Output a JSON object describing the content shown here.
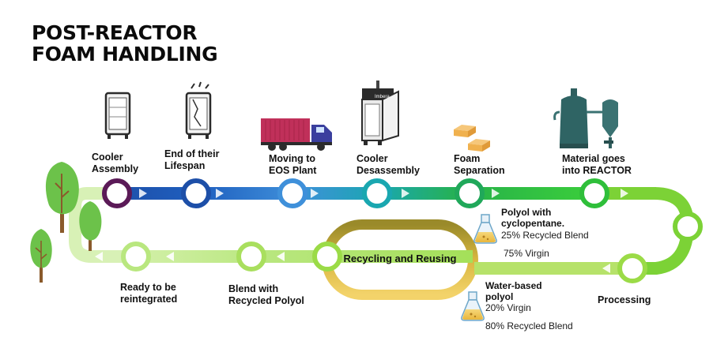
{
  "title": {
    "line1": "POST-REACTOR",
    "line2": "FOAM HANDLING"
  },
  "steps_top": [
    {
      "line1": "Cooler",
      "line2": "Assembly",
      "icon": "refrigerator-icon"
    },
    {
      "line1": "End of their",
      "line2": "Lifespan",
      "icon": "broken-refrigerator-icon"
    },
    {
      "line1": "Moving to",
      "line2": "EOS Plant",
      "icon": "truck-icon"
    },
    {
      "line1": "Cooler",
      "line2": "Desassembly",
      "icon": "open-cooler-icon"
    },
    {
      "line1": "Foam",
      "line2": "Separation",
      "icon": "foam-blocks-icon"
    },
    {
      "line1": "Material goes",
      "line2": "into REACTOR",
      "icon": "reactor-icon"
    }
  ],
  "steps_bottom": [
    {
      "line1": "Ready to be",
      "line2": "reintegrated"
    },
    {
      "line1": "Blend with",
      "line2": "Recycled Polyol"
    }
  ],
  "processing": "Processing",
  "center": "Recycling and Reusing",
  "truck_brand": "",
  "cooler_brand": "Imbera",
  "polyol_cyclopentane": {
    "title_line1": "Polyol with",
    "title_line2": "cyclopentane.",
    "recycled": "25% Recycled Blend",
    "virgin": "75% Virgin"
  },
  "polyol_water": {
    "title_line1": "Water-based",
    "title_line2": "polyol",
    "virgin": "20% Virgin",
    "recycled": "80% Recycled Blend"
  },
  "colors": {
    "purple": "#5b1a57",
    "dark_blue": "#1d4fa8",
    "blue": "#2f7fcf",
    "teal": "#1aa7b0",
    "green": "#27b24a",
    "bright_green": "#34c94a",
    "lime": "#8fd833",
    "light_green": "#c5eb8f",
    "yellow": "#f2cc55",
    "tree_green": "#6cc24a",
    "trunk": "#8a5a2b"
  }
}
